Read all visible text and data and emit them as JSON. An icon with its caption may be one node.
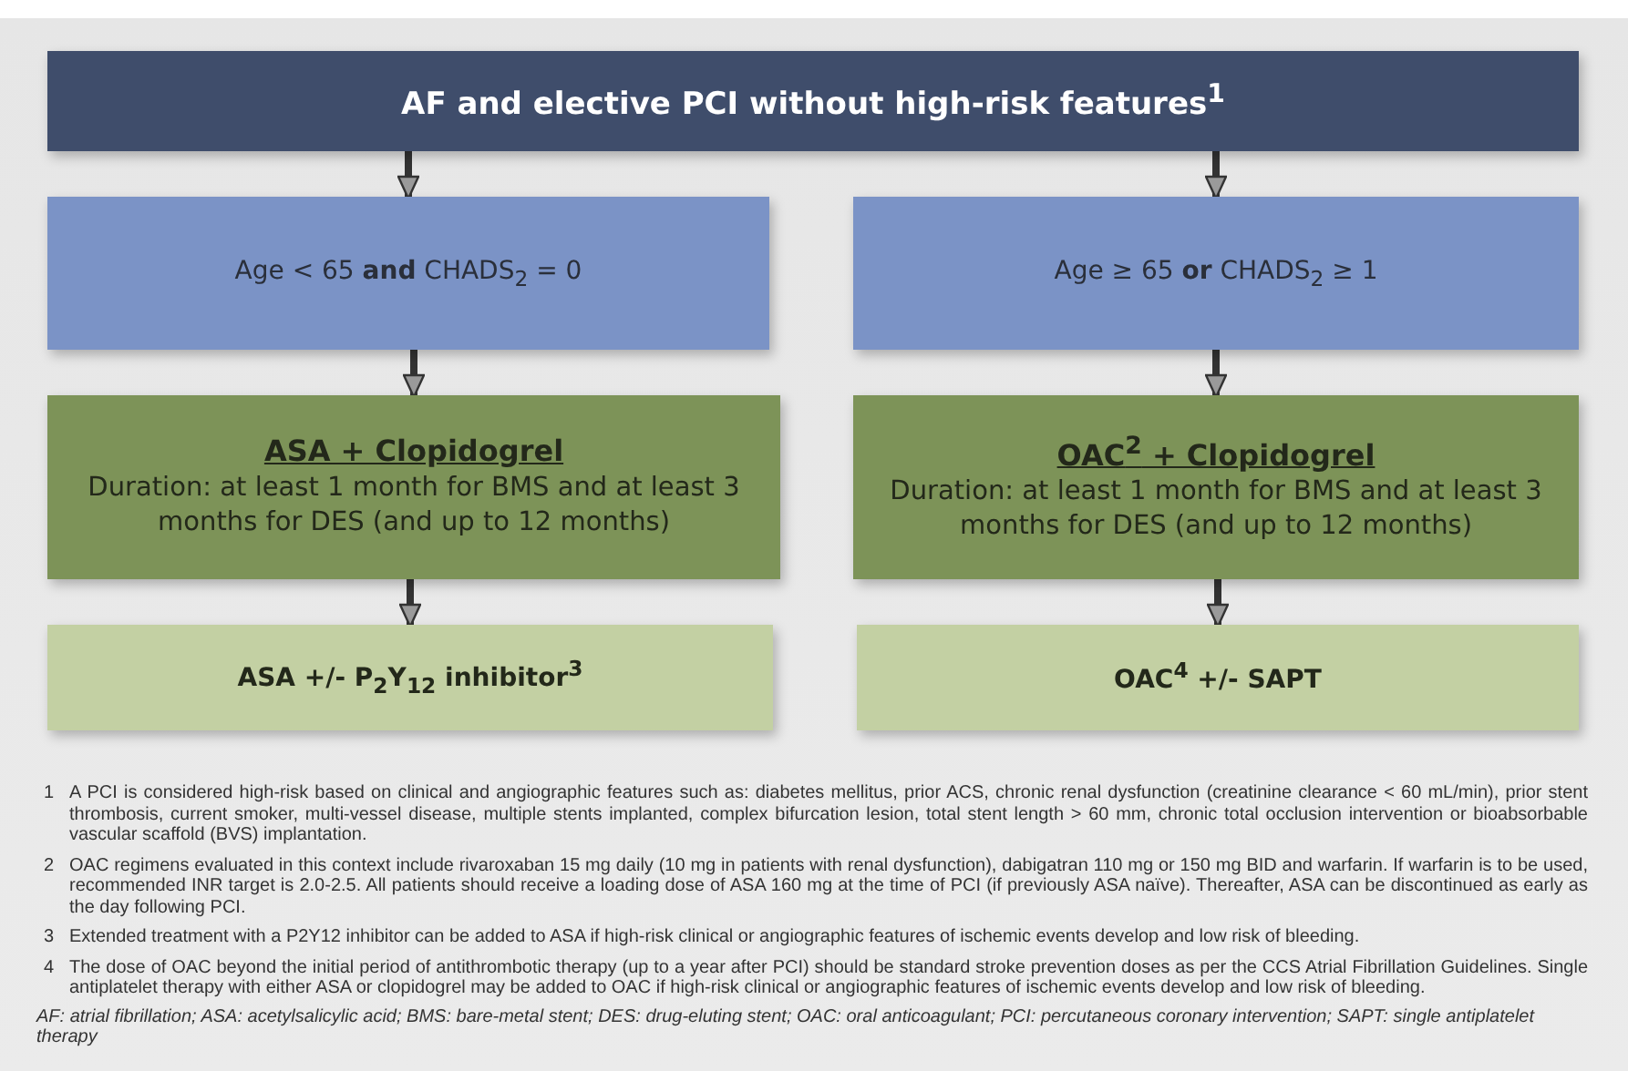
{
  "diagram": {
    "nodes": [
      {
        "text": [
          "AF and elective PCI **without** high-risk features$^{1}$"
        ]
      },
      {
        "text": [
          "Age < 65 **and** CHADS$_{2}$ = 0"
        ]
      },
      {
        "text": [
          "Age ≥ 65 **or** CHADS$_{2}$ ≥ 1"
        ]
      },
      {
        "text": [
          "ASA + Clopidogrel",
          "Duration: at least 1 month for BMS and at least 3 months for DES (and up to 12 months)"
        ]
      },
      {
        "text": [
          "OAC$^{2}$ + Clopidogrel",
          "Duration: at least 1 month for BMS and at least 3 months for DES (and up to 12 months)"
        ]
      },
      {
        "text": [
          "ASA +/- P$_{2}$Y$_{12}$ inhibitor$^{3}$"
        ]
      },
      {
        "text": [
          "OAC$^{4}$ +/- SAPT"
        ]
      }
    ],
    "edges": [
      {
        "from": 0,
        "to": 1,
        "arrow": "to"
      },
      {
        "from": 0,
        "to": 2,
        "arrow": "to"
      },
      {
        "from": 1,
        "to": 3,
        "arrow": "to"
      },
      {
        "from": 2,
        "to": 4,
        "arrow": "to"
      },
      {
        "from": 3,
        "to": 5,
        "arrow": "to"
      },
      {
        "from": 4,
        "to": 6,
        "arrow": "to"
      }
    ],
    "labels": [
      "1",
      "A PCI is considered high-risk based on clinical and angiographic features such as: diabetes mellitus, prior ACS, chronic renal dysfunction (creatinine clearance < 60 mL/min), prior stent thrombosis, current smoker, multi-vessel disease, multiple stents implanted, complex bifurcation lesion, total stent length > 60 mm, chronic total occlusion intervention or bioabsorbable vascular scaffold (BVS) implantation.",
      "2",
      "OAC regimens evaluated in this context include rivaroxaban 15 mg daily (10 mg in patients with renal dysfunction), dabigatran 110 mg or 150 mg BID and warfarin. If warfarin is to be used, recommended INR target is 2.0-2.5. All patients should receive a loading dose of ASA 160 mg at the time of PCI (if previously ASA naïve). Thereafter, ASA can be discontinued as early as the day following PCI.",
      "3",
      "Extended treatment with a P2Y12 inhibitor can be added to ASA if high-risk clinical or angiographic features of ischemic events develop and low risk of bleeding.",
      "4",
      "The dose of OAC beyond the initial period of antithrombotic therapy (up to a year after PCI) should be standard stroke prevention doses as per the CCS Atrial Fibrillation Guidelines. Single antiplatelet therapy with either ASA or clopidogrel may be added to OAC if high-risk clinical or angiographic features of ischemic events develop and low risk of bleeding.",
      "AF: atrial fibrillation; ASA: acetylsalicylic acid; BMS: bare-metal stent; DES: drug-eluting stent; OAC: oral anticoagulant; PCI: percutaneous coronary intervention; SAPT: single antiplatelet therapy"
    ]
  }
}
